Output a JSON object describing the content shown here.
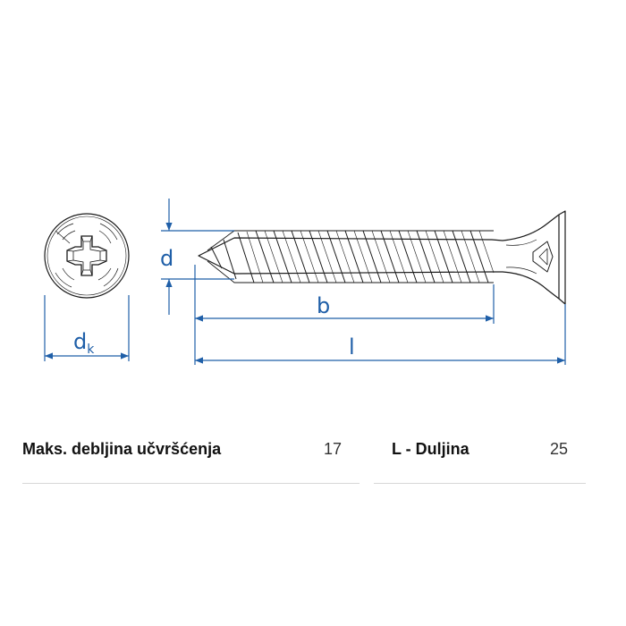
{
  "drawing": {
    "line_color": "#1a1a1a",
    "dimension_color": "#1f5fa8",
    "labels": {
      "head_diameter": "d",
      "head_diameter_sub": "k",
      "thread_diameter": "d",
      "thread_length": "b",
      "total_length": "l"
    }
  },
  "specs": [
    {
      "label": "Maks. debljina učvršćenja",
      "value": "17"
    },
    {
      "label": "L - Duljina",
      "value": "25"
    }
  ],
  "divider_color": "#d7d7d7"
}
